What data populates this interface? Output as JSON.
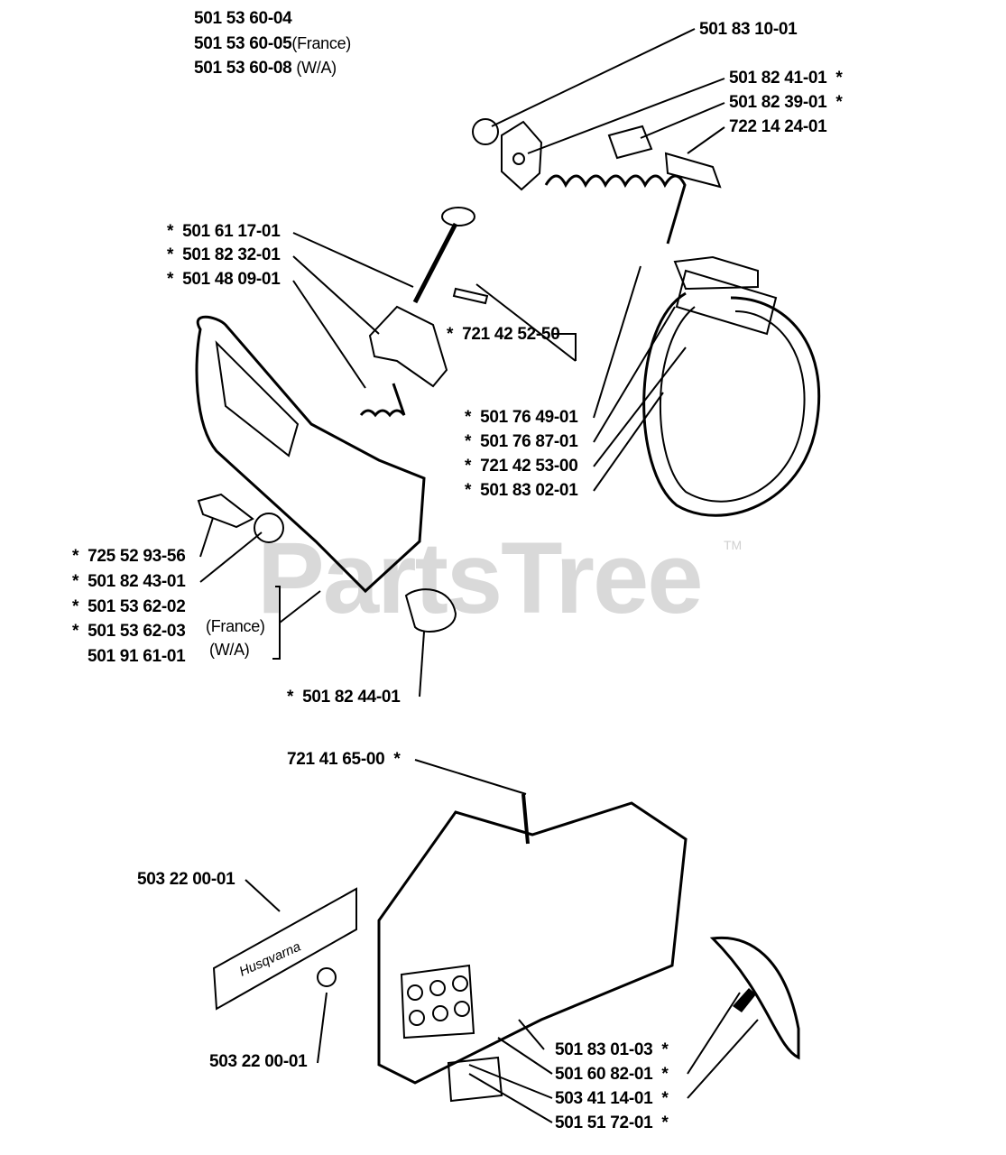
{
  "watermark": {
    "text": "PartsTree",
    "trademark": "TM"
  },
  "assembly_numbers": [
    "501 53 60-04",
    "501 53 60-05",
    "501 53 60-08"
  ],
  "assembly_notes": [
    "(France)",
    "(W/A)"
  ],
  "brand_decal_text": "Husqvarna",
  "parts": {
    "p501831001": "501 83 10-01",
    "p501824101": "501 82 41-01",
    "p501823901": "501 82 39-01",
    "p722142401": "722 14 24-01",
    "p501611701": "501 61 17-01",
    "p501823201": "501 82 32-01",
    "p501480901": "501 48 09-01",
    "p721425250": "721 42 52-50",
    "p501764901": "501 76 49-01",
    "p501768701": "501 76 87-01",
    "p721425300": "721 42 53-00",
    "p501830201": "501 83 02-01",
    "p725529356": "725 52 93-56",
    "p501824301": "501 82 43-01",
    "p501536202": "501 53 62-02",
    "p501536203": "501 53 62-03",
    "p501916101": "501 91 61-01",
    "p501824401": "501 82 44-01",
    "p721416500": "721 41 65-00",
    "p503220001a": "503 22 00-01",
    "p503220001b": "503 22 00-01",
    "p501830103": "501 83 01-03",
    "p501608201": "501 60 82-01",
    "p503411401": "503 41 14-01",
    "p501517201": "501 51 72-01"
  },
  "notes": {
    "france": "(France)",
    "wa": "(W/A)"
  },
  "marker": "*"
}
